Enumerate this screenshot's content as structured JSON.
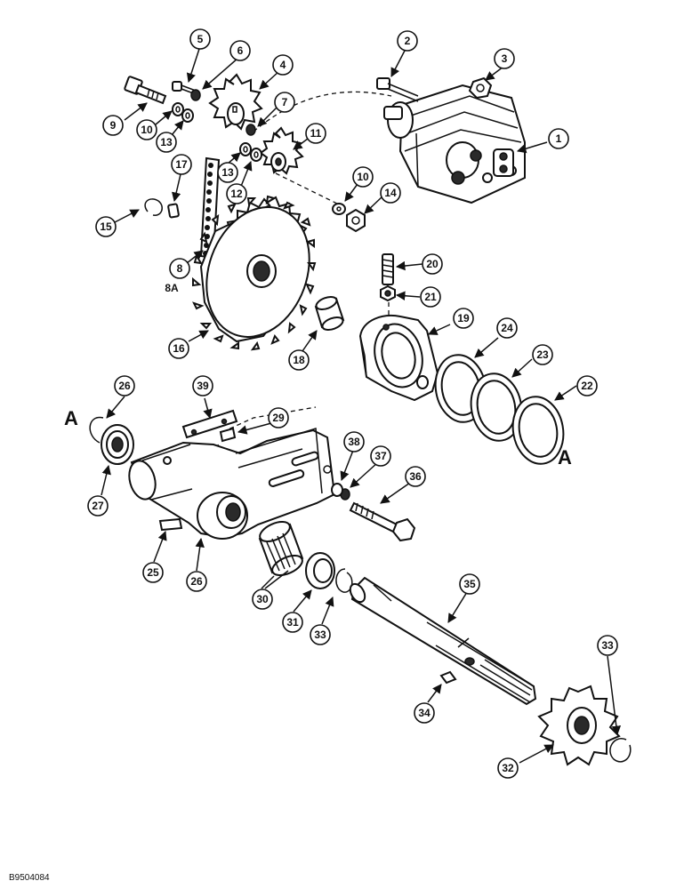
{
  "figure_code": "B9504084",
  "section_markers": [
    "A",
    "A"
  ],
  "callouts": [
    "1",
    "2",
    "3",
    "4",
    "5",
    "6",
    "7",
    "8",
    "8A",
    "9",
    "10",
    "10",
    "11",
    "12",
    "13",
    "13",
    "14",
    "15",
    "16",
    "17",
    "18",
    "19",
    "20",
    "21",
    "22",
    "23",
    "24",
    "25",
    "26",
    "26",
    "27",
    "29",
    "30",
    "31",
    "32",
    "33",
    "33",
    "34",
    "35",
    "36",
    "37",
    "38",
    "39"
  ]
}
